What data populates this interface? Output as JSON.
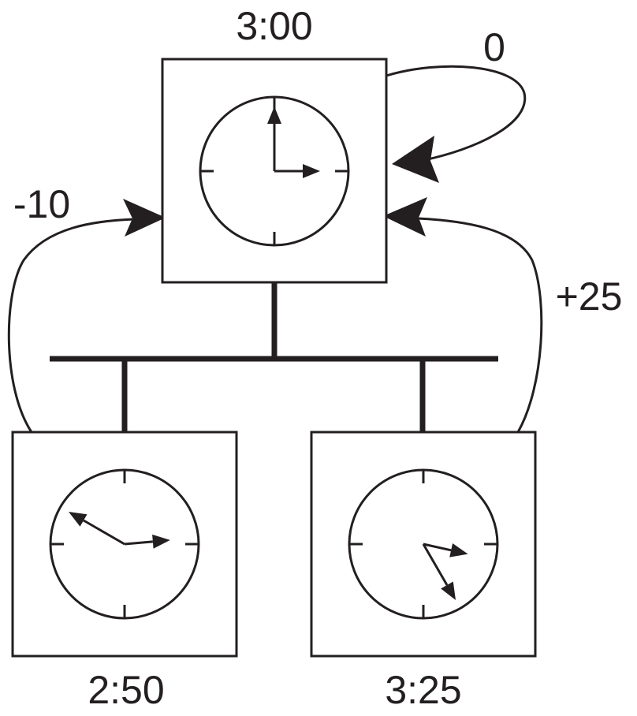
{
  "nodes": {
    "root": {
      "time_label": "3:00",
      "hour_hand": 3,
      "minute_hand": 0
    },
    "left": {
      "time_label": "2:50",
      "hour_hand": 2,
      "minute_hand": 50
    },
    "right": {
      "time_label": "3:25",
      "hour_hand": 3,
      "minute_hand": 25
    }
  },
  "edges": {
    "self_loop": {
      "label": "0"
    },
    "left_to_root": {
      "label": "-10"
    },
    "right_to_root": {
      "label": "+25"
    }
  },
  "colors": {
    "ink": "#231f20",
    "background": "#ffffff"
  }
}
